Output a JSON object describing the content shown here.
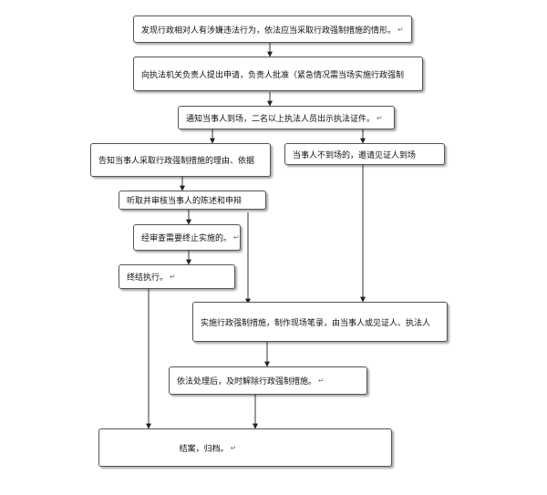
{
  "steps": {
    "s1": {
      "text": "发现行政相对人有涉嫌违法行为，依法应当采取行政强制措施的情形。",
      "mark": "↵"
    },
    "s2": {
      "text": "向执法机关负责人提出申请，负责人批准（紧急情况需当场实施行政强制",
      "mark": ""
    },
    "s3": {
      "text": "通知当事人到场，二名以上执法人员出示执法证件。",
      "mark": "↵"
    },
    "s4": {
      "text": "告知当事人采取行政强制措施的理由、依据",
      "mark": ""
    },
    "s5": {
      "text": "当事人不到场的，邀请见证人到场",
      "mark": ""
    },
    "s6": {
      "text": "听取并审核当事人的陈述和申辩",
      "mark": ""
    },
    "s7": {
      "text": "经审查需要终止实施的。",
      "mark": "↵"
    },
    "s8": {
      "text": "终结执行。",
      "mark": "↵"
    },
    "s9": {
      "text": "实施行政强制措施，制作现场笔录，由当事人或见证人、执法人",
      "mark": ""
    },
    "s10": {
      "text": "依法处理后，及时解除行政强制措施。",
      "mark": "↵"
    },
    "s11": {
      "text": "结案，归档。",
      "mark": "↵"
    }
  }
}
